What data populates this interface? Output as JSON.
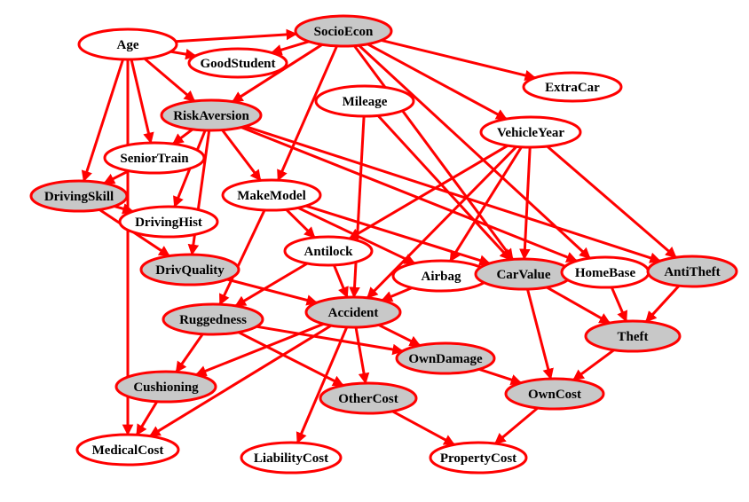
{
  "colors": {
    "edge": "#ff0000",
    "node_stroke": "#ff0000",
    "observed_fill": "#c8c8c8",
    "hidden_fill": "#ffffff",
    "background": "#ffffff"
  },
  "nodes": [
    {
      "id": "SocioEcon",
      "label": "SocioEcon",
      "shaded": true
    },
    {
      "id": "Age",
      "label": "Age",
      "shaded": false
    },
    {
      "id": "GoodStudent",
      "label": "GoodStudent",
      "shaded": false
    },
    {
      "id": "ExtraCar",
      "label": "ExtraCar",
      "shaded": false
    },
    {
      "id": "Mileage",
      "label": "Mileage",
      "shaded": false
    },
    {
      "id": "RiskAversion",
      "label": "RiskAversion",
      "shaded": true
    },
    {
      "id": "VehicleYear",
      "label": "VehicleYear",
      "shaded": false
    },
    {
      "id": "SeniorTrain",
      "label": "SeniorTrain",
      "shaded": false
    },
    {
      "id": "DrivingSkill",
      "label": "DrivingSkill",
      "shaded": true
    },
    {
      "id": "MakeModel",
      "label": "MakeModel",
      "shaded": false
    },
    {
      "id": "DrivingHist",
      "label": "DrivingHist",
      "shaded": false
    },
    {
      "id": "Antilock",
      "label": "Antilock",
      "shaded": false
    },
    {
      "id": "DrivQuality",
      "label": "DrivQuality",
      "shaded": true
    },
    {
      "id": "Airbag",
      "label": "Airbag",
      "shaded": false
    },
    {
      "id": "CarValue",
      "label": "CarValue",
      "shaded": true
    },
    {
      "id": "HomeBase",
      "label": "HomeBase",
      "shaded": false
    },
    {
      "id": "AntiTheft",
      "label": "AntiTheft",
      "shaded": true
    },
    {
      "id": "Accident",
      "label": "Accident",
      "shaded": true
    },
    {
      "id": "Ruggedness",
      "label": "Ruggedness",
      "shaded": true
    },
    {
      "id": "Theft",
      "label": "Theft",
      "shaded": true
    },
    {
      "id": "OwnDamage",
      "label": "OwnDamage",
      "shaded": true
    },
    {
      "id": "Cushioning",
      "label": "Cushioning",
      "shaded": true
    },
    {
      "id": "OwnCost",
      "label": "OwnCost",
      "shaded": true
    },
    {
      "id": "OtherCost",
      "label": "OtherCost",
      "shaded": true
    },
    {
      "id": "MedicalCost",
      "label": "MedicalCost",
      "shaded": false
    },
    {
      "id": "LiabilityCost",
      "label": "LiabilityCost",
      "shaded": false
    },
    {
      "id": "PropertyCost",
      "label": "PropertyCost",
      "shaded": false
    }
  ],
  "edges": [
    [
      "Age",
      "SocioEcon"
    ],
    [
      "Age",
      "GoodStudent"
    ],
    [
      "Age",
      "RiskAversion"
    ],
    [
      "Age",
      "SeniorTrain"
    ],
    [
      "Age",
      "DrivingSkill"
    ],
    [
      "Age",
      "MedicalCost"
    ],
    [
      "SocioEcon",
      "GoodStudent"
    ],
    [
      "SocioEcon",
      "RiskAversion"
    ],
    [
      "SocioEcon",
      "ExtraCar"
    ],
    [
      "SocioEcon",
      "VehicleYear"
    ],
    [
      "SocioEcon",
      "MakeModel"
    ],
    [
      "SocioEcon",
      "HomeBase"
    ],
    [
      "SocioEcon",
      "CarValue"
    ],
    [
      "RiskAversion",
      "SeniorTrain"
    ],
    [
      "RiskAversion",
      "DrivingHist"
    ],
    [
      "RiskAversion",
      "MakeModel"
    ],
    [
      "RiskAversion",
      "DrivQuality"
    ],
    [
      "RiskAversion",
      "HomeBase"
    ],
    [
      "RiskAversion",
      "AntiTheft"
    ],
    [
      "SeniorTrain",
      "DrivingSkill"
    ],
    [
      "DrivingSkill",
      "DrivingHist"
    ],
    [
      "DrivingSkill",
      "DrivQuality"
    ],
    [
      "Mileage",
      "Accident"
    ],
    [
      "Mileage",
      "CarValue"
    ],
    [
      "VehicleYear",
      "Antilock"
    ],
    [
      "VehicleYear",
      "Airbag"
    ],
    [
      "VehicleYear",
      "CarValue"
    ],
    [
      "VehicleYear",
      "AntiTheft"
    ],
    [
      "VehicleYear",
      "Accident"
    ],
    [
      "MakeModel",
      "Ruggedness"
    ],
    [
      "MakeModel",
      "Antilock"
    ],
    [
      "MakeModel",
      "Airbag"
    ],
    [
      "MakeModel",
      "CarValue"
    ],
    [
      "Antilock",
      "Accident"
    ],
    [
      "Antilock",
      "Ruggedness"
    ],
    [
      "DrivQuality",
      "Accident"
    ],
    [
      "Airbag",
      "Accident"
    ],
    [
      "CarValue",
      "Theft"
    ],
    [
      "CarValue",
      "OwnCost"
    ],
    [
      "HomeBase",
      "Theft"
    ],
    [
      "AntiTheft",
      "Theft"
    ],
    [
      "Ruggedness",
      "Cushioning"
    ],
    [
      "Ruggedness",
      "OwnDamage"
    ],
    [
      "Ruggedness",
      "OtherCost"
    ],
    [
      "Accident",
      "OwnDamage"
    ],
    [
      "Accident",
      "OtherCost"
    ],
    [
      "Accident",
      "LiabilityCost"
    ],
    [
      "Accident",
      "Cushioning"
    ],
    [
      "Accident",
      "MedicalCost"
    ],
    [
      "Cushioning",
      "MedicalCost"
    ],
    [
      "Theft",
      "OwnCost"
    ],
    [
      "OwnDamage",
      "OwnCost"
    ],
    [
      "OwnCost",
      "PropertyCost"
    ],
    [
      "OtherCost",
      "PropertyCost"
    ]
  ]
}
